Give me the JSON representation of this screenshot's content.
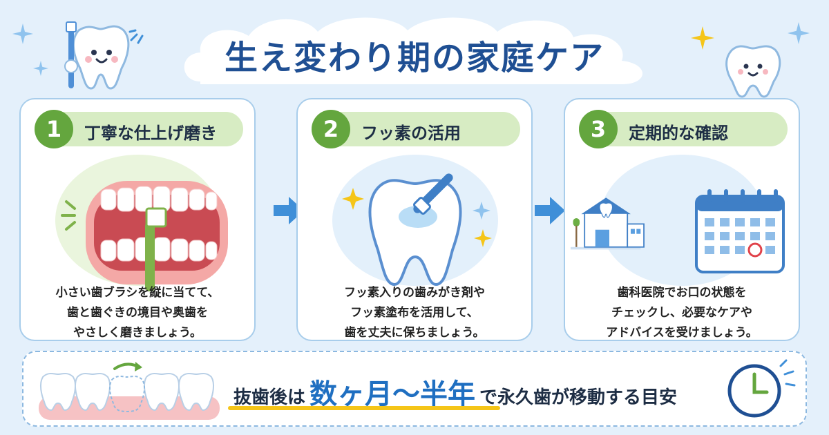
{
  "title": "生え変わり期の家庭ケア",
  "steps": [
    {
      "number": "1",
      "title": "丁寧な仕上げ磨き",
      "lines": [
        "小さい歯ブラシを縦に当てて、",
        "歯と歯ぐきの境目や奥歯を",
        "やさしく磨きましょう。"
      ]
    },
    {
      "number": "2",
      "title": "フッ素の活用",
      "lines": [
        "フッ素入りの歯みがき剤や",
        "フッ素塗布を活用して、",
        "歯を丈夫に保ちましょう。"
      ]
    },
    {
      "number": "3",
      "title": "定期的な確認",
      "lines": [
        "歯科医院でお口の状態を",
        "チェックし、必要なケアや",
        "アドバイスを受けましょう。"
      ]
    }
  ],
  "banner": {
    "prefix": "抜歯後は",
    "highlight": "数ヶ月～半年",
    "suffix": "で永久歯が移動する目安"
  },
  "colors": {
    "background": "#e4f0fb",
    "title": "#1f4f93",
    "accent_green": "#64a63e",
    "pill_green": "#d7ecc3",
    "highlight_blue": "#1f6fc1",
    "underline_yellow": "#f5c518",
    "arrow_blue": "#3f8fd8"
  },
  "icons": [
    "sparkle-icon",
    "tooth-mascot-icon",
    "toothbrush-icon",
    "tooth-icon",
    "dental-clinic-icon",
    "calendar-icon",
    "clock-icon",
    "arrow-right-icon"
  ]
}
